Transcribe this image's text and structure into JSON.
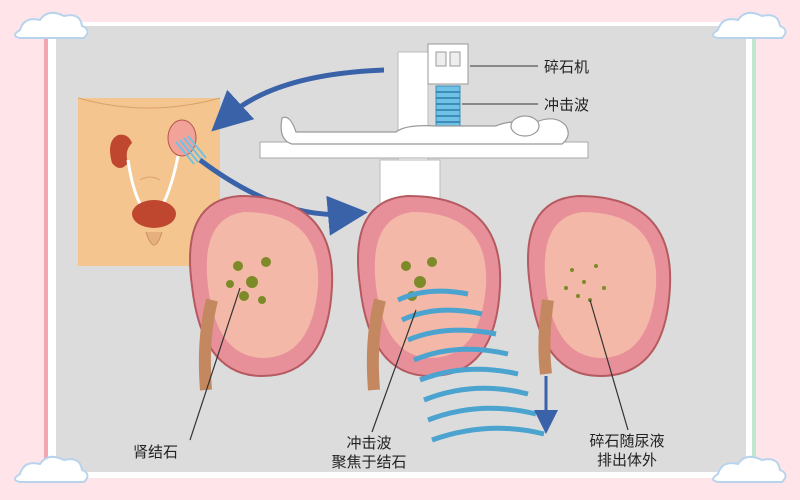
{
  "labels": {
    "lithotripter": "碎石机",
    "shockwave": "冲击波",
    "kidney_stone": "肾结石",
    "focus_line1": "冲击波",
    "focus_line2": "聚焦于结石",
    "expel_line1": "碎石随尿液",
    "expel_line2": "排出体外"
  },
  "colors": {
    "background": "#ffe4ea",
    "panel": "#dcdcdc",
    "kidney_outer": "#e8909a",
    "kidney_cortex": "#f4b8a8",
    "stone": "#7c8a28",
    "shockwave": "#4ba3cf",
    "arrow": "#3a62a8",
    "body_skin": "#f4c58e"
  }
}
